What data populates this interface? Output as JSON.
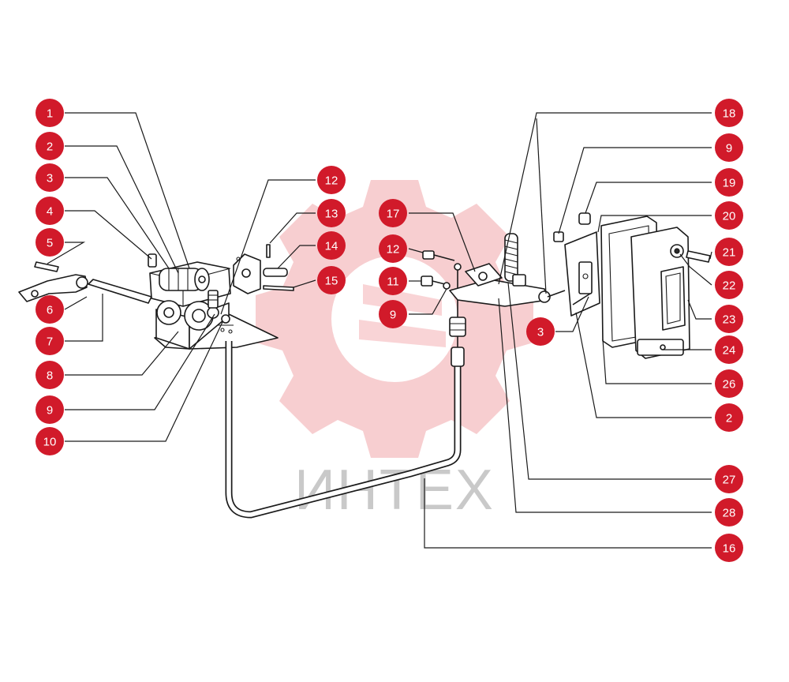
{
  "watermark": {
    "text": "ИНТЕХ",
    "color": "#e8323c"
  },
  "callout_color": "#d11a2a",
  "callouts": [
    {
      "id": "c-1-left",
      "label": "1"
    },
    {
      "id": "c-2-left",
      "label": "2"
    },
    {
      "id": "c-3-left",
      "label": "3"
    },
    {
      "id": "c-4-left",
      "label": "4"
    },
    {
      "id": "c-5-left",
      "label": "5"
    },
    {
      "id": "c-6-left",
      "label": "6"
    },
    {
      "id": "c-7-left",
      "label": "7"
    },
    {
      "id": "c-8-left",
      "label": "8"
    },
    {
      "id": "c-9-left",
      "label": "9"
    },
    {
      "id": "c-10-left",
      "label": "10"
    },
    {
      "id": "c-12-top",
      "label": "12"
    },
    {
      "id": "c-13",
      "label": "13"
    },
    {
      "id": "c-14",
      "label": "14"
    },
    {
      "id": "c-15",
      "label": "15"
    },
    {
      "id": "c-17",
      "label": "17"
    },
    {
      "id": "c-12-mid",
      "label": "12"
    },
    {
      "id": "c-11",
      "label": "11"
    },
    {
      "id": "c-9-mid",
      "label": "9"
    },
    {
      "id": "c-18",
      "label": "18"
    },
    {
      "id": "c-9-right",
      "label": "9"
    },
    {
      "id": "c-19",
      "label": "19"
    },
    {
      "id": "c-20",
      "label": "20"
    },
    {
      "id": "c-21",
      "label": "21"
    },
    {
      "id": "c-22",
      "label": "22"
    },
    {
      "id": "c-3-right",
      "label": "3"
    },
    {
      "id": "c-23",
      "label": "23"
    },
    {
      "id": "c-24",
      "label": "24"
    },
    {
      "id": "c-26",
      "label": "26"
    },
    {
      "id": "c-2-right",
      "label": "2"
    },
    {
      "id": "c-27",
      "label": "27"
    },
    {
      "id": "c-28",
      "label": "28"
    },
    {
      "id": "c-16",
      "label": "16"
    }
  ]
}
